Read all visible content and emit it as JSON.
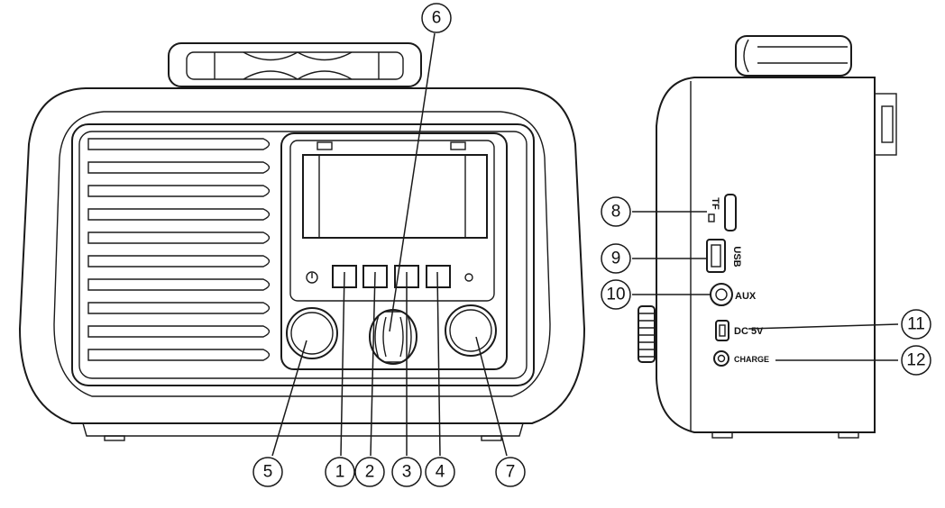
{
  "colors": {
    "line": "#1a1a1a",
    "background": "#ffffff"
  },
  "callouts": {
    "c1": "1",
    "c2": "2",
    "c3": "3",
    "c4": "4",
    "c5": "5",
    "c6": "6",
    "c7": "7",
    "c8": "8",
    "c9": "9",
    "c10": "10",
    "c11": "11",
    "c12": "12"
  },
  "port_labels": {
    "tf": "TF",
    "usb": "USB",
    "aux": "AUX",
    "dc": "DC 5V",
    "charge": "CHARGE"
  }
}
